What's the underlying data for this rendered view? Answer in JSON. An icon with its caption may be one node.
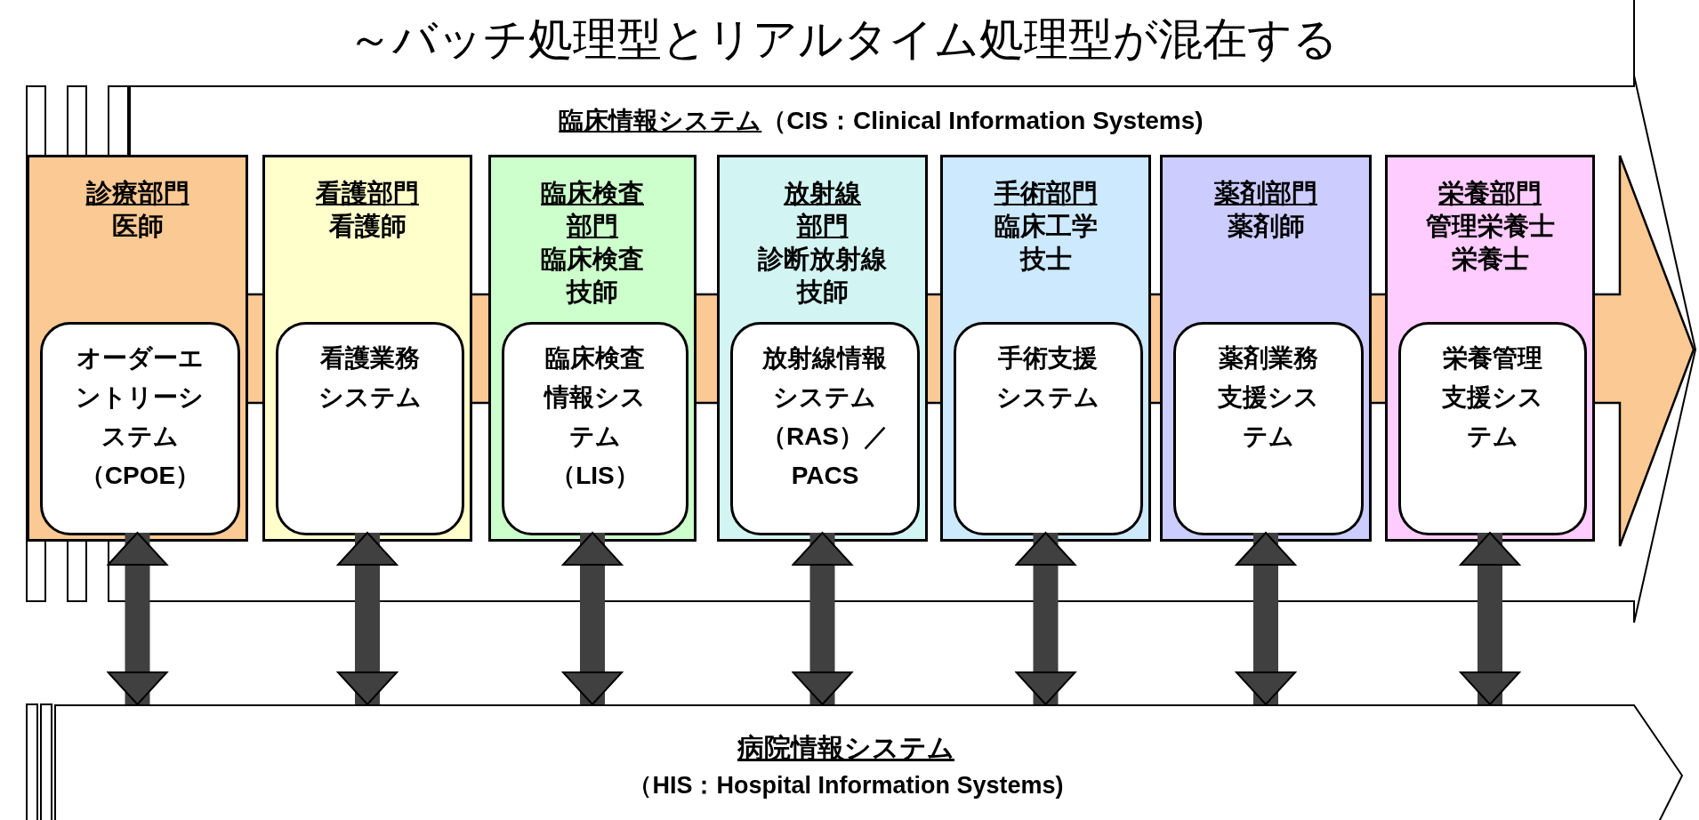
{
  "diagram": {
    "title": "～バッチ処理型とリアルタイム処理型が混在する",
    "nodes": [
      {
        "text": [
          "臨床情報システム",
          "（CIS：Clinical Information Systems)"
        ]
      },
      {
        "text": [],
        "shape": "arrow"
      },
      {
        "text": [
          "診療部門",
          "医師"
        ],
        "in": 1
      },
      {
        "text": [
          "看護部門",
          "看護師"
        ],
        "in": 1
      },
      {
        "text": [
          "臨床検査部門",
          "臨床検査技師"
        ],
        "in": 1
      },
      {
        "text": [
          "放射線部門",
          "診断放射線技師"
        ],
        "in": 1
      },
      {
        "text": [
          "手術部門",
          "臨床工学技士"
        ],
        "in": 1
      },
      {
        "text": [
          "薬剤部門",
          "薬剤師"
        ],
        "in": 1
      },
      {
        "text": [
          "栄養部門",
          "管理栄養士栄養士"
        ],
        "in": 1
      },
      {
        "text": [
          "オーダーエントリーシステム（CPOE）"
        ],
        "in": 2
      },
      {
        "text": [
          "看護業務システム"
        ],
        "in": 3
      },
      {
        "text": [
          "臨床検査情報システム（LIS）"
        ],
        "in": 4
      },
      {
        "text": [
          "放射線情報システム（RAS）／PACS"
        ],
        "in": 5
      },
      {
        "text": [
          "手術支援システム"
        ],
        "in": 6
      },
      {
        "text": [
          "薬剤業務支援システム"
        ],
        "in": 7
      },
      {
        "text": [
          "栄養管理支援システム"
        ],
        "in": 8
      },
      {
        "text": [
          "病院情報システム",
          "（HIS：Hospital Information Systems)"
        ]
      }
    ],
    "edges": [
      {
        "from": 9,
        "to": 16,
        "arrow": "both"
      },
      {
        "from": 10,
        "to": 16,
        "arrow": "both"
      },
      {
        "from": 11,
        "to": 16,
        "arrow": "both"
      },
      {
        "from": 12,
        "to": 16,
        "arrow": "both"
      },
      {
        "from": 13,
        "to": 16,
        "arrow": "both"
      },
      {
        "from": 14,
        "to": 16,
        "arrow": "both"
      },
      {
        "from": 15,
        "to": 16,
        "arrow": "both"
      }
    ]
  }
}
